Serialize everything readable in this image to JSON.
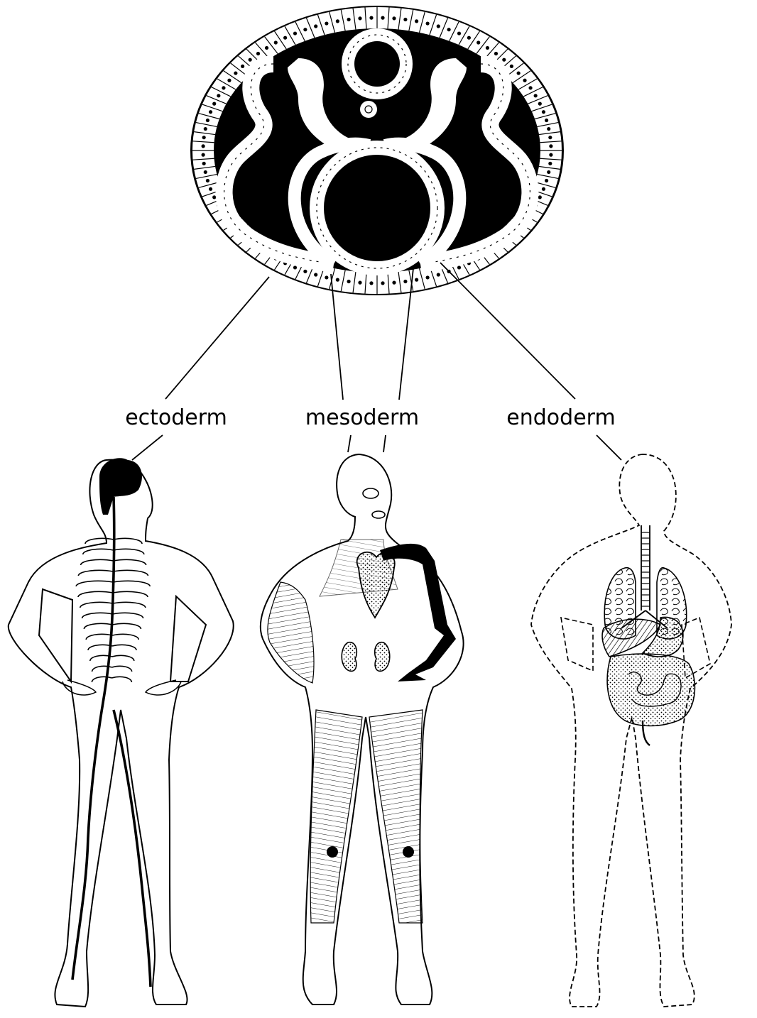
{
  "labels": {
    "ectoderm": "ectoderm",
    "mesoderm": "mesoderm",
    "endoderm": "endoderm"
  },
  "colors": {
    "ink": "#000000",
    "paper": "#ffffff"
  }
}
